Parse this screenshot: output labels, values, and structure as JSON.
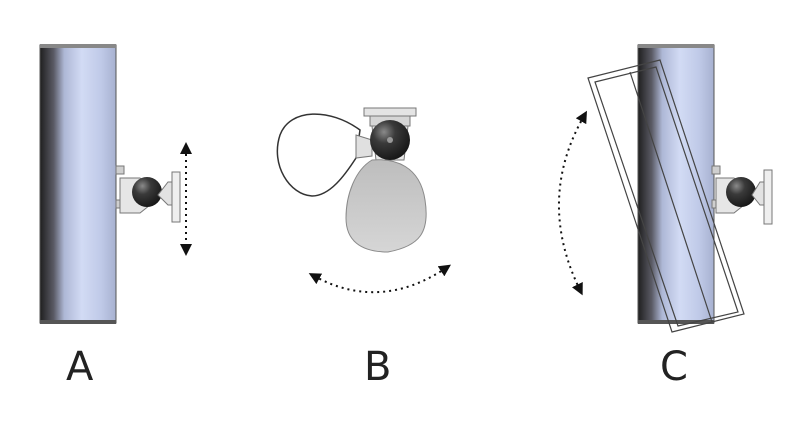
{
  "panels": [
    {
      "id": "A",
      "label": "A"
    },
    {
      "id": "B",
      "label": "B"
    },
    {
      "id": "C",
      "label": "C"
    }
  ],
  "colors": {
    "column_dark": "#2b2b2b",
    "column_light": "#c8d3f0",
    "outline": "#555555",
    "speaker_grey": "#c9c9c9",
    "ball": "#2a2a2a",
    "bracket": "#e2e2e2",
    "arrow": "#111111"
  },
  "icons": {
    "panel_a": [
      "column-speaker-icon",
      "wall-mount-icon",
      "vertical-adjust-arrow-icon"
    ],
    "panel_b": [
      "speaker-top-view-icon",
      "horizontal-rotate-arrow-icon"
    ],
    "panel_c": [
      "column-speaker-icon",
      "tilted-speaker-outline-icon",
      "tilt-arrow-icon"
    ]
  }
}
